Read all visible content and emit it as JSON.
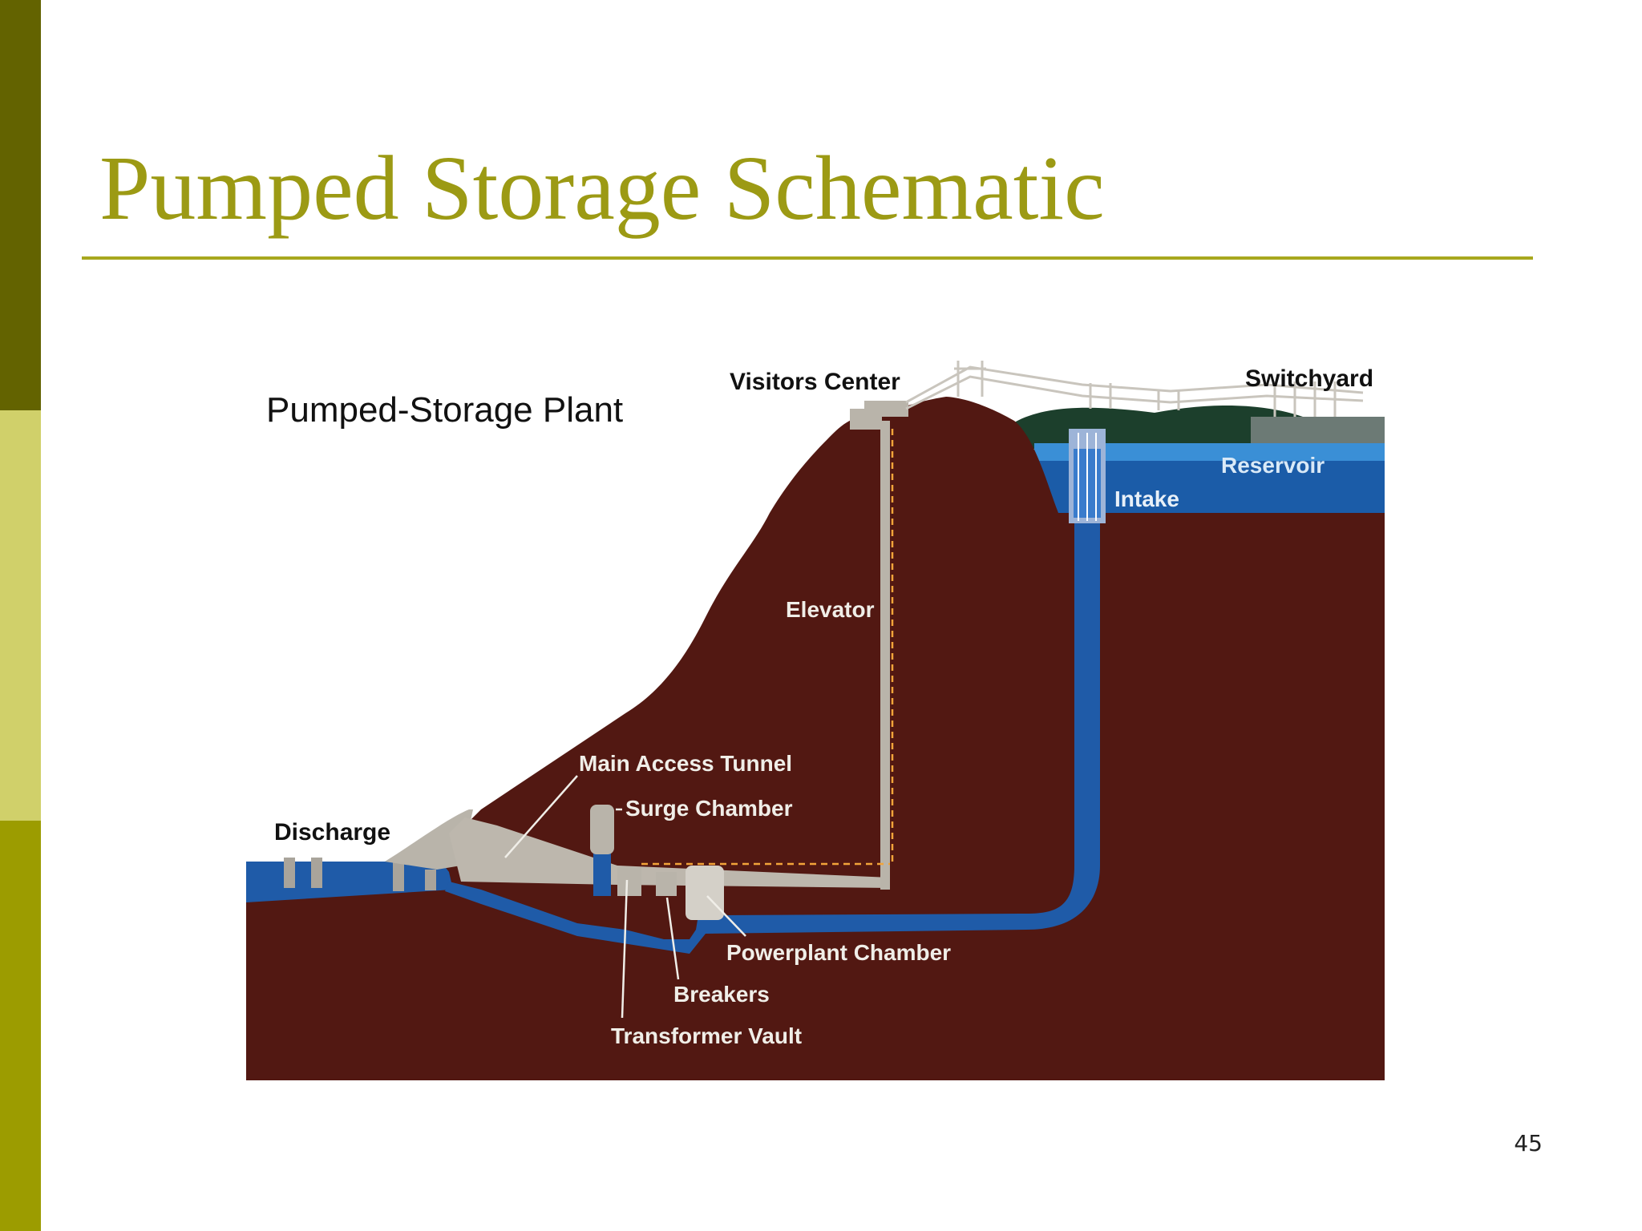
{
  "slide": {
    "title": "Pumped Storage Schematic",
    "page_number": "45"
  },
  "diagram": {
    "heading": "Pumped-Storage Plant",
    "labels": {
      "visitors_center": "Visitors Center",
      "switchyard": "Switchyard",
      "reservoir": "Reservoir",
      "intake": "Intake",
      "elevator": "Elevator",
      "main_access_tunnel": "Main Access Tunnel",
      "surge_chamber": "Surge Chamber",
      "discharge": "Discharge",
      "powerplant_chamber": "Powerplant Chamber",
      "breakers": "Breakers",
      "transformer_vault": "Transformer Vault"
    }
  },
  "colors": {
    "side_bar_top": "#636300",
    "side_bar_middle": "#d0d06a",
    "side_bar_bottom": "#9c9c00",
    "title": "#9c9a14",
    "rock": "#511812",
    "water": "#1f5ba8",
    "tunnel": "#bdb7ad"
  }
}
